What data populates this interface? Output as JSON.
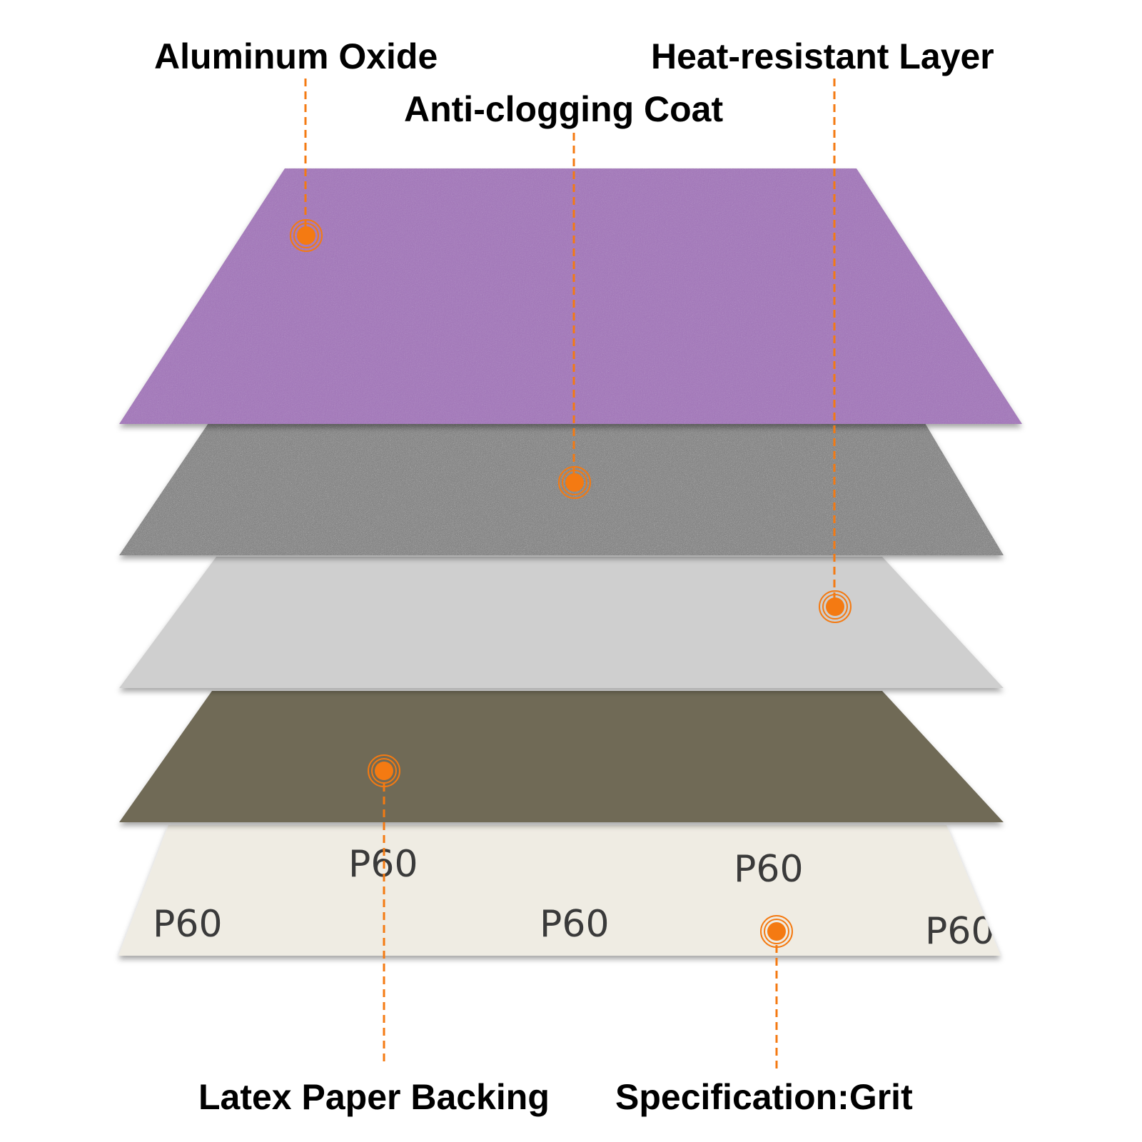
{
  "labels": {
    "aluminum_oxide": "Aluminum Oxide",
    "heat_resistant_layer": "Heat-resistant Layer",
    "anti_clogging_coat": "Anti-clogging Coat",
    "latex_paper_backing": "Latex Paper Backing",
    "specification_grit": "Specification:Grit"
  },
  "grit_marking": "P60",
  "colors": {
    "callout": "#f47a12",
    "aluminum_oxide_layer": "#a57bbb",
    "anti_clogging_layer": "#8a8a8a",
    "heat_resistant_layer": "#cfcfcf",
    "backing_layer": "#6f6a57",
    "paper_layer": "#efece3"
  }
}
